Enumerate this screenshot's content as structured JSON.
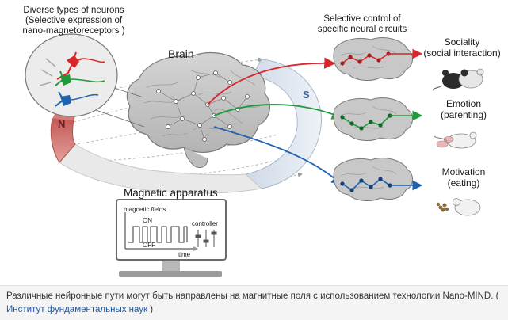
{
  "labels": {
    "neurons_title": "Diverse types of neurons",
    "neurons_sub1": "(Selective expression of",
    "neurons_sub2": "nano-magnetoreceptors )",
    "brain": "Brain",
    "selective1": "Selective control of",
    "selective2": "specific neural circuits",
    "sociality1": "Sociality",
    "sociality2": "(social interaction)",
    "emotion1": "Emotion",
    "emotion2": "(parenting)",
    "motivation1": "Motivation",
    "motivation2": "(eating)",
    "magnet_n": "N",
    "magnet_s": "S",
    "apparatus": "Magnetic apparatus",
    "screen_fields": "magnetic fields",
    "screen_on": "ON",
    "screen_off": "OFF",
    "screen_controller": "controller",
    "screen_time": "time"
  },
  "caption": {
    "text": "Различные нейронные пути могут быть направлены на магнитные поля с использованием технологии Nano-MIND. (",
    "source": "Институт фундаментальных наук",
    "close": ")"
  },
  "colors": {
    "red_circuit": "#d9262b",
    "green_circuit": "#1e9a3a",
    "blue_circuit": "#1f62b0",
    "magnet_red": "#c9504d",
    "magnet_blue": "#5a8fc9",
    "brain_fill": "#c9c9c9",
    "brain_line": "#7a7a7a"
  }
}
